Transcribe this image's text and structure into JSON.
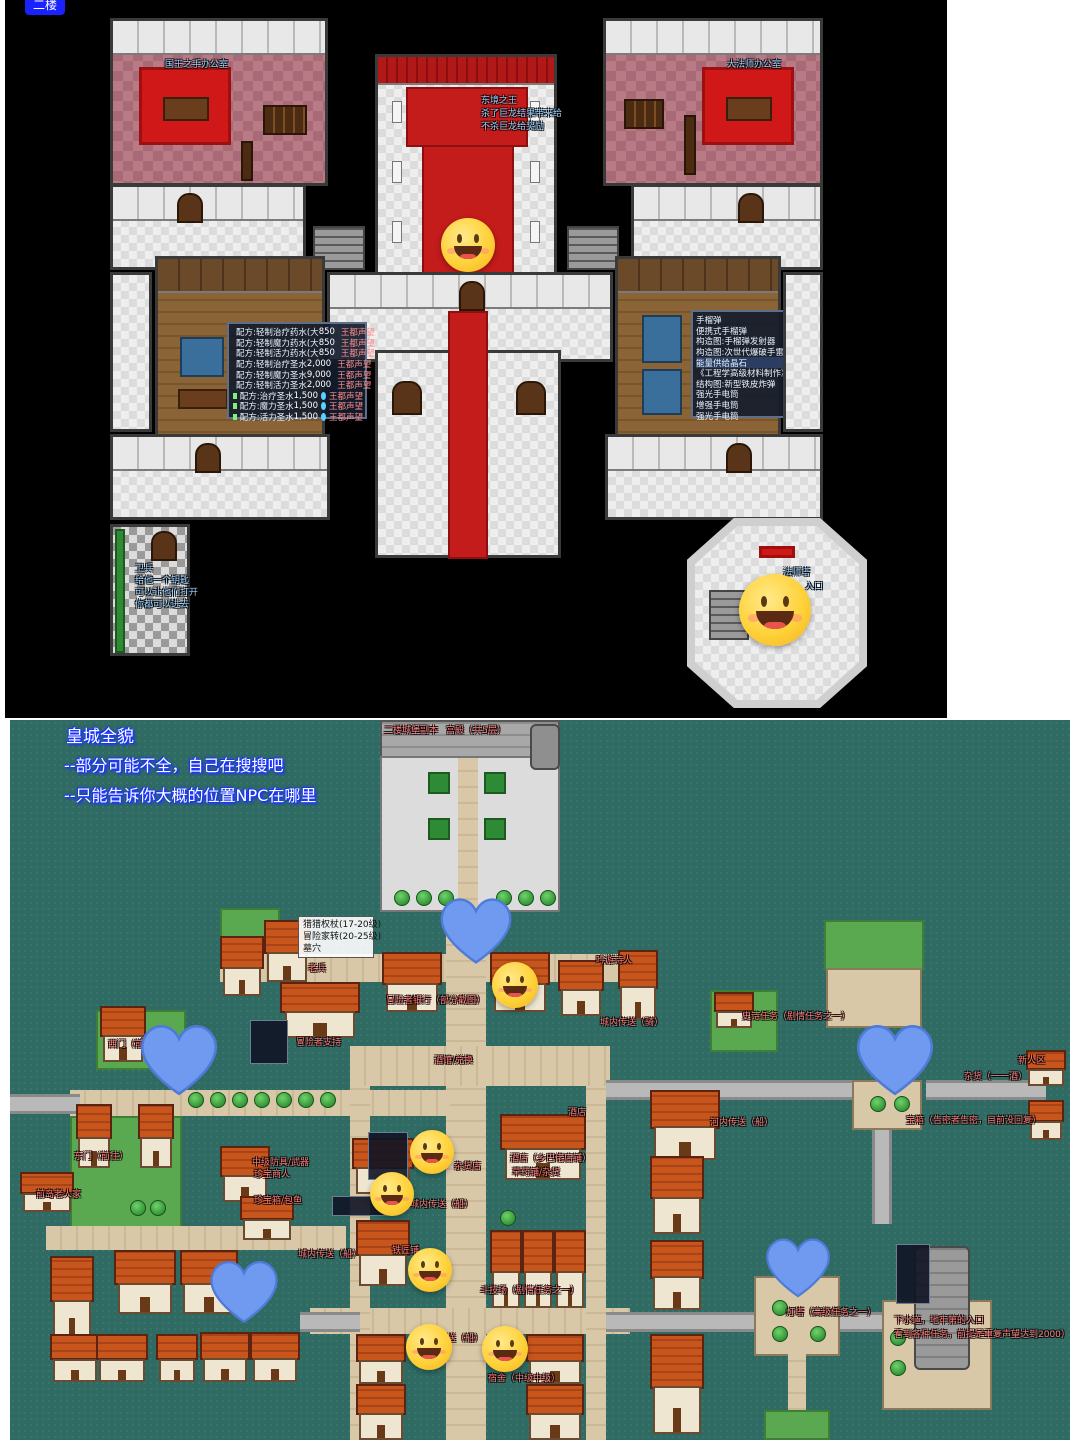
{
  "top_panel": {
    "floor_tag": "二楼",
    "rooms": {
      "king_hand_office": "国王之手办公室",
      "archmage_office": "大法师办公室"
    },
    "throne_npc": [
      "东境之王",
      "杀了巨龙结果带来给",
      "不杀巨龙给奖励"
    ],
    "left_stall_menu": [
      {
        "name": "配方:轻制治疗药水(大",
        "price": "850",
        "seller": "王都声望"
      },
      {
        "name": "配方:轻制魔力药水(大",
        "price": "850",
        "seller": "王都声望"
      },
      {
        "name": "配方:轻制活力药水(大",
        "price": "850",
        "seller": "王都声望"
      },
      {
        "name": "配方:轻制治疗圣水",
        "price": "2,000",
        "seller": "王都声望"
      },
      {
        "name": "配方:轻制魔力圣水",
        "price": "9,000",
        "seller": "王都声望"
      },
      {
        "name": "配方:轻制活力圣水",
        "price": "2,000",
        "seller": "王都声望"
      },
      {
        "name": "配方:治疗圣水",
        "price": "1,500",
        "seller": "王都声望"
      },
      {
        "name": "配方:魔力圣水",
        "price": "1,500",
        "seller": "王都声望"
      },
      {
        "name": "配方:活力圣水",
        "price": "1,500",
        "seller": "王都声望"
      }
    ],
    "right_stall_menu": [
      "手榴弹",
      "便携式手榴弹",
      "构造图:手榴弹发射器",
      "构造图:次世代爆破手雷",
      "能量供给晶石",
      "《工程学高级材料制作》",
      "结构图:新型铁皮炸弹",
      "强光手电筒",
      "增强手电筒",
      "强光手电筒"
    ],
    "left_guard_note": [
      "卫兵",
      "给他一个钥匙",
      "可以让他们打开",
      "你都可以进去"
    ],
    "right_room_note": [
      "法师塔",
      "入口"
    ]
  },
  "bottom_panel": {
    "title_lines": [
      "皇城全貌",
      "--部分可能不全，自己在搜搜吧",
      "--只能告诉你大概的位置NPC在哪里"
    ],
    "labels": {
      "castle_gate": "二楼城堡副本",
      "palace_note": "宫殿（共5层）",
      "trainer_box": [
        "猎猎权杖(17-20级)",
        "冒险家转(20-25级)",
        "墓穴"
      ],
      "adventurer_guild": "冒险者支持",
      "old_soldier": "老兵",
      "npc_bard": "吟游诗人",
      "inner_teleport_top": "城内传送（骑）",
      "library": "酒馆/兑换",
      "guild_bank": "冒险者银行（部分截图）",
      "west_gate": "西门（前往）",
      "east_gate": "东门（前往）",
      "old_man_house": "前岛老人家",
      "mid_weapons": "中级防具/武器",
      "treasure_shop": "珍宝商人",
      "treasure_shop2": "珍宝箱/包鱼",
      "inner_teleport_mid": "城内传送（船）",
      "tavern": "酒店（乡巴佬店铺）",
      "herb_shop": "草药铺/杂货",
      "inn": "酒店",
      "grocery": "杂货店",
      "blacksmith": "铁匠铺",
      "mid_npc": "斗技场（剧情任务之一）",
      "mid_teleport": "城内传送（船）",
      "dorm": "宿舍（中级中级）",
      "river_teleport": "河内传送（船）",
      "history_board": "史诗任务（剧情任务之一）",
      "new_person": "新人区",
      "newbie_shop": "杂货（一一酒）",
      "newbie_note": "宝箱（告密者告密，目前没回复）",
      "lighthouse": "灯塔（高级任务之一）",
      "tower_note1": "下水道，地牢第的入口",
      "tower_note2": "看到各种任务，前提是重复声望达到2000）",
      "warp_lower": "城内传送（船）"
    }
  },
  "colors": {
    "title_glow": "#1a22ff",
    "sea": "#2f6a63",
    "carpet": "#c41b1b",
    "heart": "#6f9af0",
    "smiley": "#ffd23a"
  },
  "icons": [
    "smiley-icon",
    "heart-icon"
  ]
}
